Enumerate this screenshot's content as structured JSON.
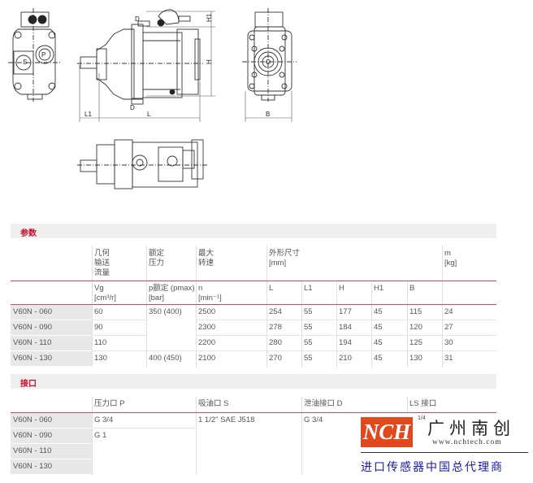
{
  "drawings": {
    "dimension_labels": {
      "front_view_ports": [
        "S",
        "P"
      ],
      "side_view": [
        "D",
        "D",
        "H1",
        "H",
        "L1",
        "L"
      ],
      "rear_view": [
        "B"
      ]
    }
  },
  "parameters": {
    "section_title": "参数",
    "headers": {
      "displacement": "几何\n输送\n流量",
      "displacement_lines": [
        "几何",
        "输送",
        "流量"
      ],
      "pressure_lines": [
        "额定",
        "压力"
      ],
      "speed_lines": [
        "最大",
        "转速"
      ],
      "dimensions_lines": [
        "外形尺寸",
        "[mm]"
      ],
      "mass_lines": [
        "m",
        "[kg]"
      ]
    },
    "units": {
      "displacement_symbol": "Vg",
      "displacement_unit": "[cm³/r]",
      "pressure_symbol": "p额定 (pmax)",
      "pressure_unit": "[bar]",
      "speed_symbol": "n",
      "speed_unit": "[min⁻¹]",
      "dim_L": "L",
      "dim_L1": "L1",
      "dim_H": "H",
      "dim_H1": "H1",
      "dim_B": "B"
    },
    "rows": [
      {
        "model": "V60N - 060",
        "vg": "60",
        "pressure": "350 (400)",
        "n": "2500",
        "L": "254",
        "L1": "55",
        "H": "177",
        "H1": "45",
        "B": "115",
        "m": "24"
      },
      {
        "model": "V60N - 090",
        "vg": "90",
        "pressure": "",
        "n": "2300",
        "L": "278",
        "L1": "55",
        "H": "184",
        "H1": "45",
        "B": "120",
        "m": "27"
      },
      {
        "model": "V60N - 110",
        "vg": "110",
        "pressure": "",
        "n": "2200",
        "L": "280",
        "L1": "55",
        "H": "194",
        "H1": "45",
        "B": "125",
        "m": "30"
      },
      {
        "model": "V60N - 130",
        "vg": "130",
        "pressure": "400 (450)",
        "n": "2100",
        "L": "270",
        "L1": "55",
        "H": "210",
        "H1": "45",
        "B": "130",
        "m": "31"
      }
    ]
  },
  "ports": {
    "section_title": "接口",
    "headers": {
      "pressure_port": "压力口 P",
      "suction_port": "吸油口 S",
      "drain_port": "泄油接口 D",
      "ls_port": "LS 接口"
    },
    "rows": [
      {
        "model": "V60N - 060",
        "pressure_port": "G 3/4",
        "suction_port": "1 1/2\" SAE J518",
        "drain_port": "G 3/4",
        "ls_port": "1/4"
      },
      {
        "model": "V60N - 090",
        "pressure_port": "G 1"
      },
      {
        "model": "V60N - 110"
      },
      {
        "model": "V60N - 130"
      }
    ]
  },
  "watermark": {
    "logo_text": "NCH",
    "company": "广州南创",
    "url": "www.nchtech.com",
    "tagline": "进口传感器中国总代理商",
    "brand_color": "#e1481e",
    "tagline_color": "#1a1aa6"
  },
  "colors": {
    "section_title": "#c8102e",
    "accent_rule": "#b75068",
    "section_bg": "#efefef",
    "rowlabel_bg": "#e8e8e8"
  }
}
